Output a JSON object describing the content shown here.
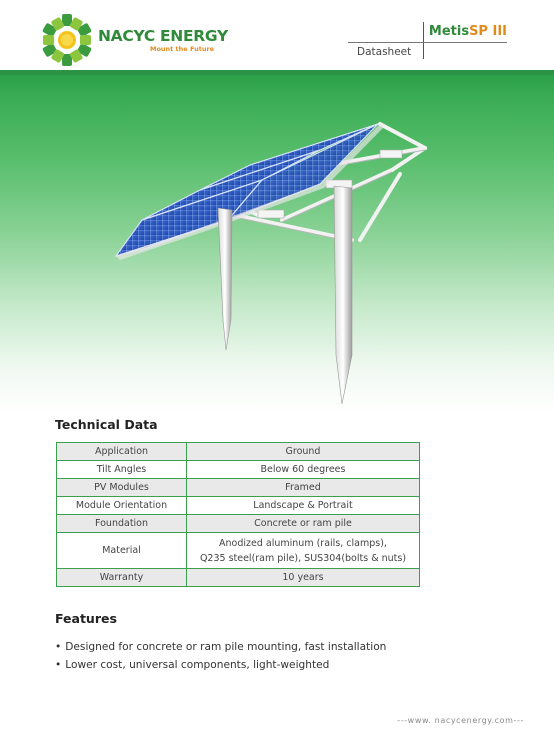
{
  "header": {
    "company_name": "NACYC ENERGY",
    "tagline": "Mount the Future",
    "product_name": "Metis",
    "product_series": "SP III",
    "doc_type": "Datasheet",
    "colors": {
      "brand_green": "#2f8a3a",
      "brand_orange": "#e08a1e"
    }
  },
  "technical": {
    "title": "Technical Data",
    "rows": [
      {
        "label": "Application",
        "value": "Ground"
      },
      {
        "label": "Tilt Angles",
        "value": "Below 60 degrees"
      },
      {
        "label": "PV Modules",
        "value": "Framed"
      },
      {
        "label": "Module Orientation",
        "value": "Landscape & Portrait"
      },
      {
        "label": "Foundation",
        "value": "Concrete or ram pile"
      },
      {
        "label": "Material",
        "value": "Anodized aluminum (rails, clamps),",
        "value_line2": "Q235 steel(ram pile), SUS304(bolts & nuts)"
      },
      {
        "label": "Warranty",
        "value": "10 years"
      }
    ]
  },
  "features": {
    "title": "Features",
    "items": [
      "Designed for concrete or ram pile mounting, fast installation",
      "Lower cost, universal components, light-weighted"
    ]
  },
  "footer": {
    "website": "---www. nacycenergy.com---"
  }
}
